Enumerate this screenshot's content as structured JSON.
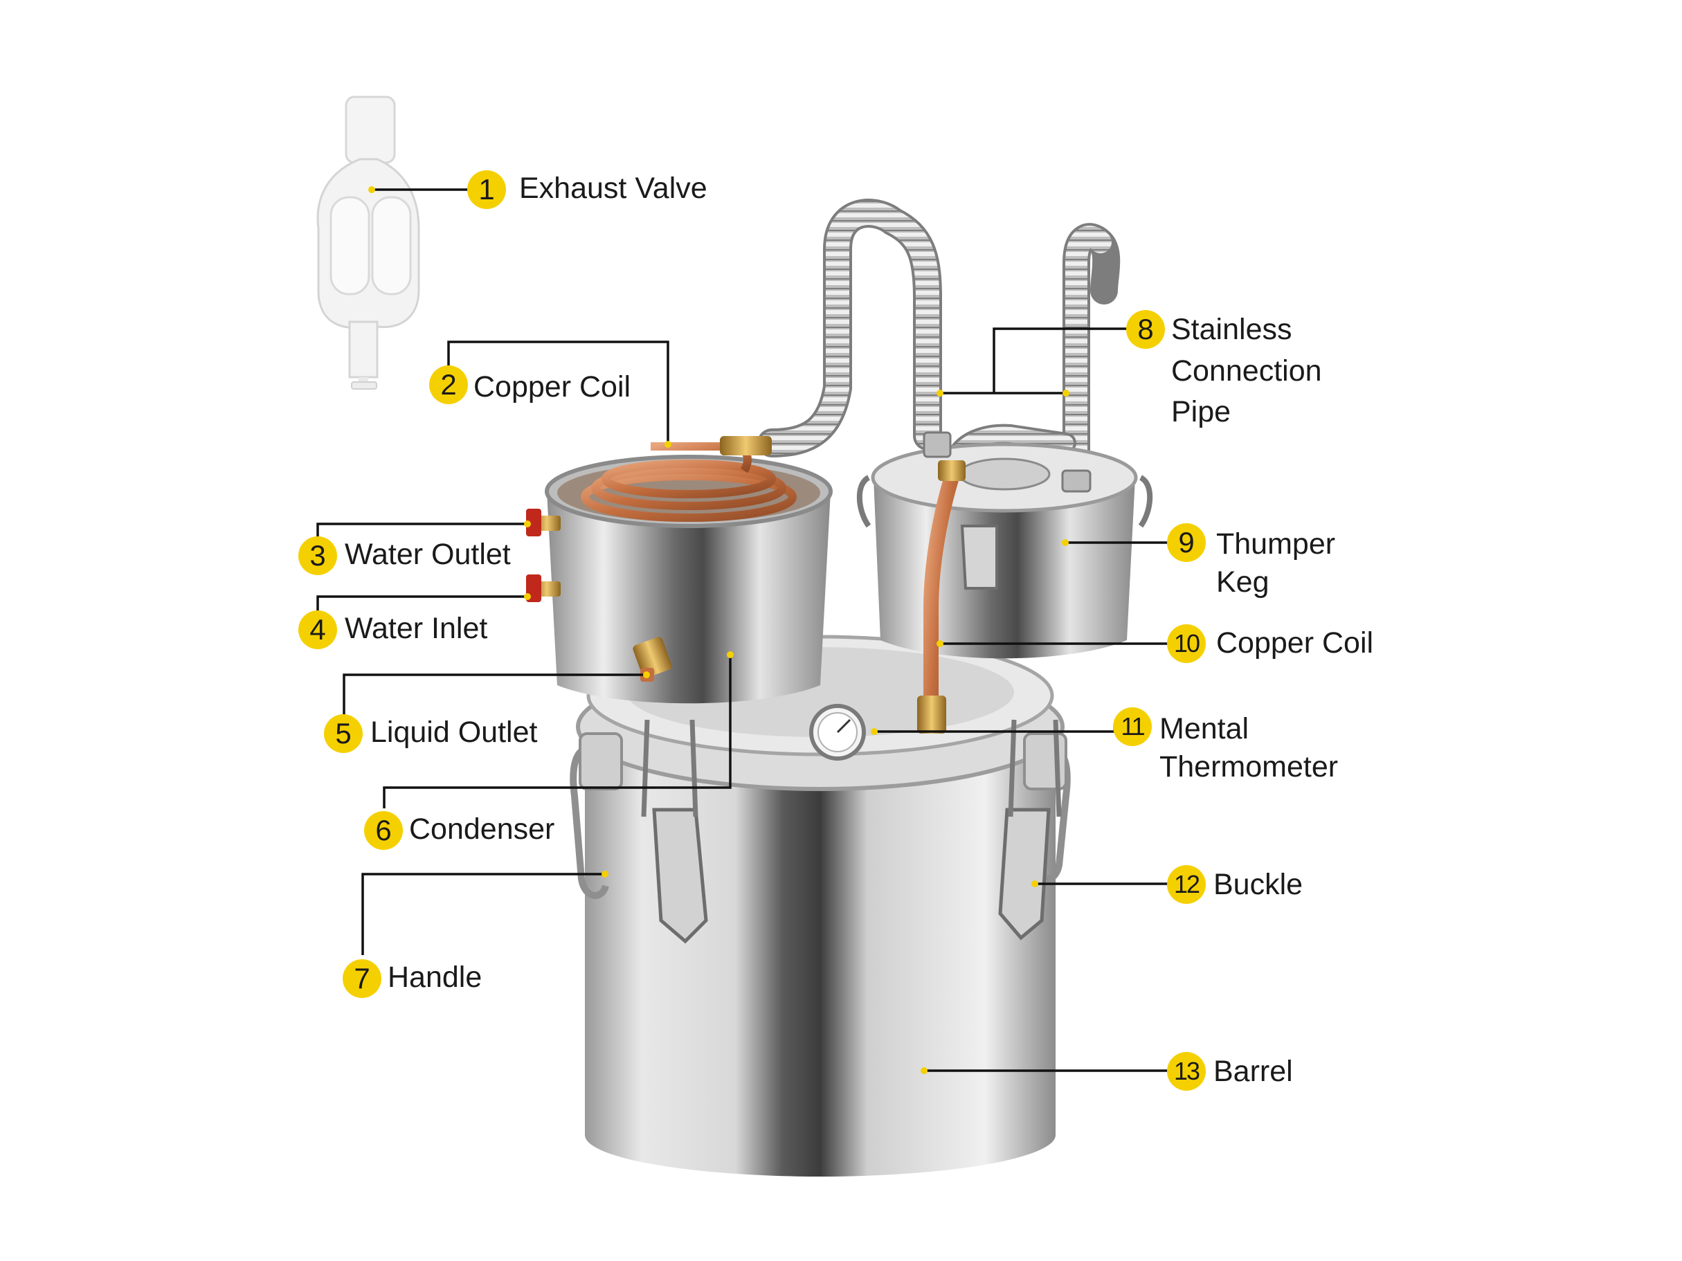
{
  "callouts": [
    {
      "number": "1",
      "label": "Exhaust Valve"
    },
    {
      "number": "2",
      "label": "Copper Coil"
    },
    {
      "number": "3",
      "label": "Water Outlet"
    },
    {
      "number": "4",
      "label": "Water Inlet"
    },
    {
      "number": "5",
      "label": "Liquid Outlet"
    },
    {
      "number": "6",
      "label": "Condenser"
    },
    {
      "number": "7",
      "label": "Handle"
    },
    {
      "number": "8",
      "label_lines": [
        "Stainless",
        "Connection",
        "Pipe"
      ]
    },
    {
      "number": "9",
      "label_lines": [
        "Thumper",
        "Keg"
      ]
    },
    {
      "number": "10",
      "label": "Copper Coil"
    },
    {
      "number": "11",
      "label_lines": [
        "Mental",
        "Thermometer"
      ]
    },
    {
      "number": "12",
      "label": "Buckle"
    },
    {
      "number": "13",
      "label": "Barrel"
    }
  ],
  "colors": {
    "badge": "#f5d000",
    "leader_line": "#111111",
    "steel_light": "#f2f2f2",
    "steel_dark": "#555555",
    "copper": "#c9794a",
    "brass": "#c79a3b",
    "valve_red": "#c0281c"
  }
}
